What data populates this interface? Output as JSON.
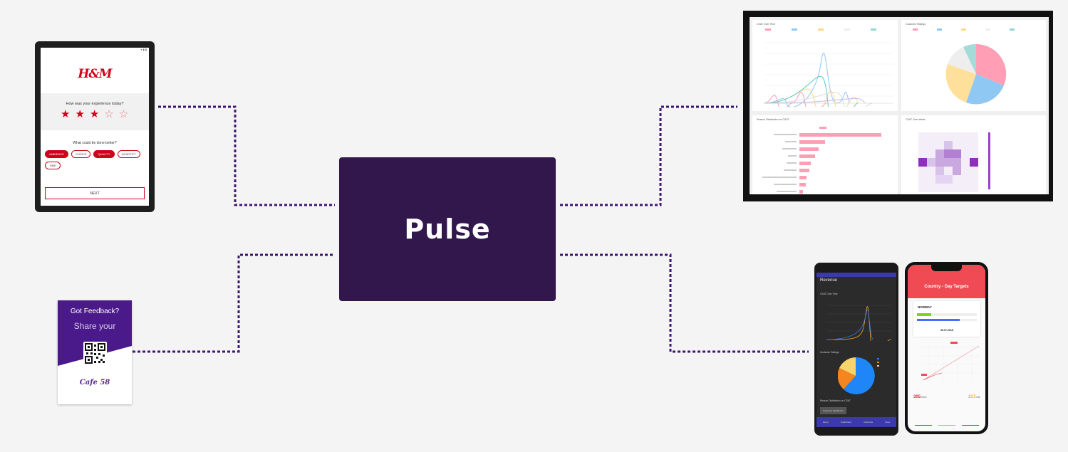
{
  "hub": {
    "title": "Pulse"
  },
  "colors": {
    "hub": "#32174d",
    "connector": "#3d1670",
    "brand_red": "#d0021b"
  },
  "survey": {
    "brand": "H&M",
    "question": "How was your experience today?",
    "rating": 3,
    "max_rating": 5,
    "followup": "What could be done better?",
    "options": [
      {
        "label": "AMBIENCE",
        "selected": true
      },
      {
        "label": "CHOICE",
        "selected": false
      },
      {
        "label": "QUALITY",
        "selected": true
      },
      {
        "label": "QUANTITY",
        "selected": false
      },
      {
        "label": "TIME",
        "selected": false
      }
    ],
    "next_label": "NEXT"
  },
  "flyer": {
    "line1": "Got Feedback?",
    "line2": "Share your",
    "brand": "Cafe 58"
  },
  "dashboard": {
    "panels": [
      {
        "title": "CSAT Over Time"
      },
      {
        "title": "Customer Ratings"
      },
      {
        "title": "Reason Distribution on CSAT"
      },
      {
        "title": "CSAT Over Week"
      }
    ],
    "legend_csat": [
      "1 Star Rating",
      "2 Star Rating",
      "3 Star Rating",
      "4 Star Rating",
      "5 Star Rating"
    ],
    "reason_legend": "CSAT"
  },
  "android": {
    "header": "Revenue",
    "sections": [
      "CSAT Over Time",
      "Customer Ratings",
      "Reason Distribution on CSAT"
    ],
    "toast": "Customer Distribution",
    "nav": [
      "Home",
      "Dashboard",
      "Channels",
      "More"
    ]
  },
  "iphone": {
    "title": "Country - Day Targets",
    "country": "NORWAY",
    "date": "25.07.2018",
    "stats": [
      {
        "value": "305",
        "sub": "/1841"
      },
      {
        "value": "217",
        "sub": "/242"
      }
    ]
  }
}
